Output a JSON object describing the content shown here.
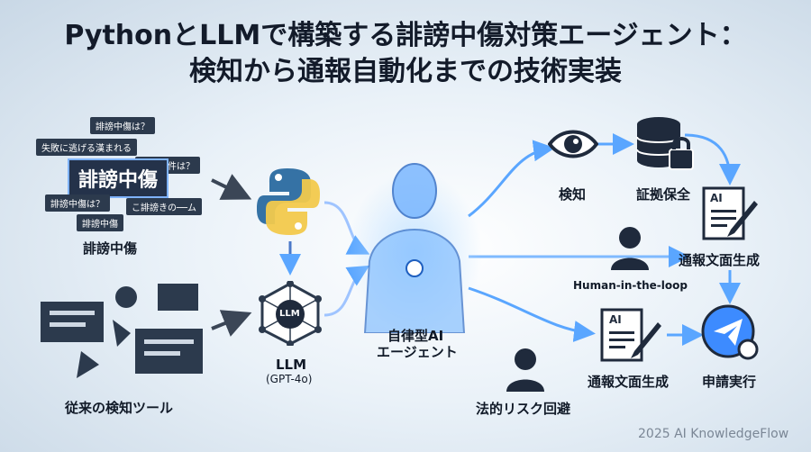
{
  "title": {
    "line1": "PythonとLLMで構築する誹謗中傷対策エージェント：",
    "line2": "検知から通報自動化までの技術実装"
  },
  "left": {
    "defamation_label": "誹謗中傷",
    "defamation_main": "誹謗中傷",
    "tags": [
      "誹謗中傷は？",
      "失敗に逃げる漢まれる",
      "誹謗事件は？",
      "誹謗中傷は？",
      "こ誹謗きの──ム",
      "誹謗中傷"
    ],
    "legacy_label": "従来の検知ツール"
  },
  "center": {
    "llm_label": "LLM",
    "llm_model": "(GPT-4o)",
    "llm_badge": "LLM",
    "agent_label_line1": "自律型AI",
    "agent_label_line2": "エージェント"
  },
  "right": {
    "detect": "検知",
    "evidence": "証拠保全",
    "report_gen_top": "通報文面生成",
    "human_loop": "Human-in-the-loop",
    "report_gen_bottom": "通報文面生成",
    "apply": "申請実行",
    "legal_risk": "法的リスク回避",
    "doc_badge_top": "AI",
    "doc_badge_bottom": "AI"
  },
  "footer": "2025 AI KnowledgeFlow",
  "colors": {
    "accent": "#3d8bff",
    "dark": "#1f2a3c",
    "python_blue": "#3572a5",
    "python_yellow": "#f2c94c"
  }
}
